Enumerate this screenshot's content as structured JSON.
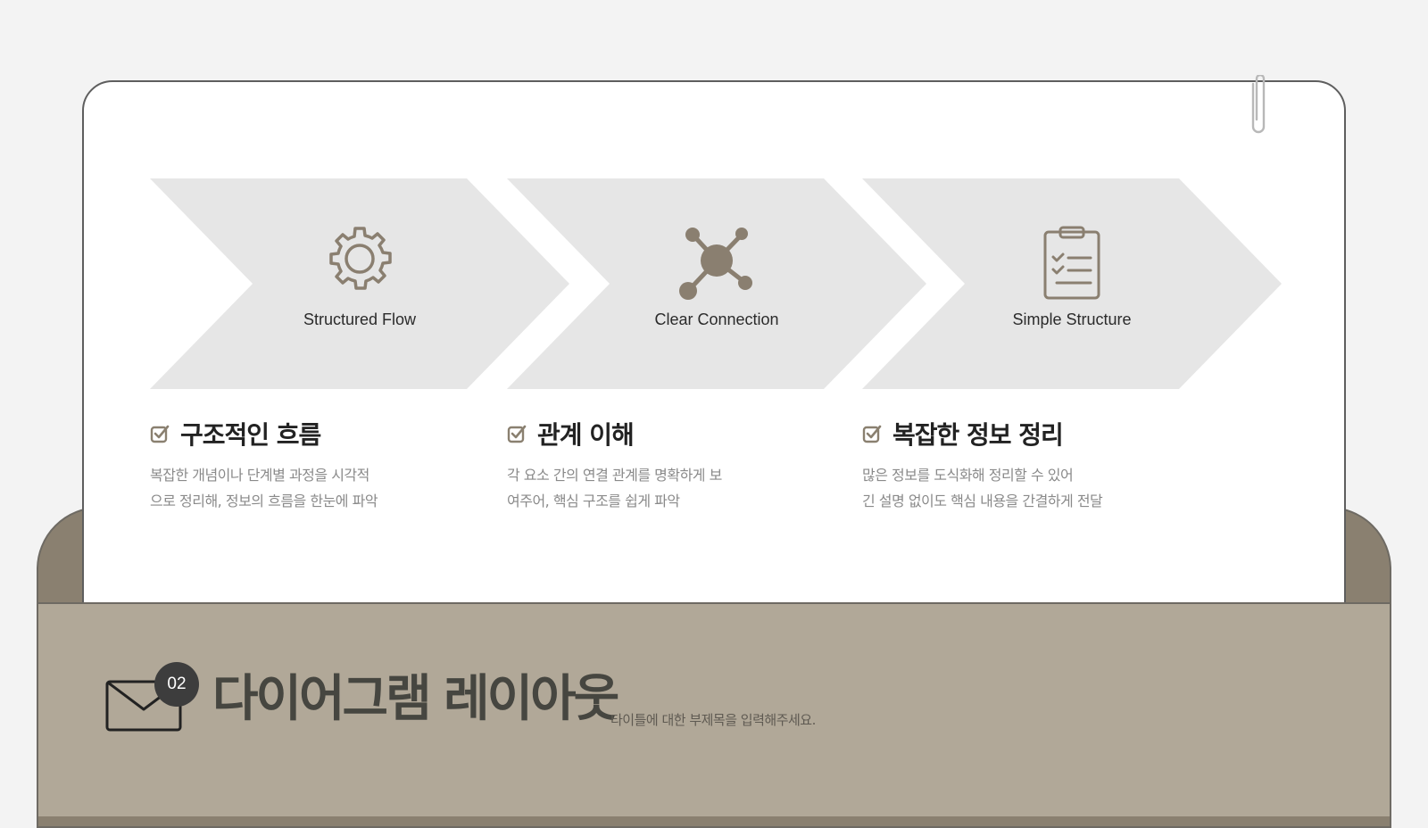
{
  "steps": [
    {
      "label": "Structured Flow",
      "icon": "gear-icon"
    },
    {
      "label": "Clear Connection",
      "icon": "network-icon"
    },
    {
      "label": "Simple Structure",
      "icon": "clipboard-checklist-icon"
    }
  ],
  "items": [
    {
      "title": "구조적인 흐름",
      "desc": "복잡한 개념이나 단계별 과정을 시각적\n으로 정리해, 정보의 흐름을 한눈에 파악"
    },
    {
      "title": "관계 이해",
      "desc": "각 요소 간의 연결 관계를 명확하게 보\n여주어, 핵심 구조를 쉽게 파악"
    },
    {
      "title": "복잡한 정보 정리",
      "desc": "많은 정보를 도식화해 정리할 수 있어\n긴 설명 없이도 핵심 내용을 간결하게 전달"
    }
  ],
  "footer": {
    "badge": "02",
    "title": "다이어그램 레이아웃",
    "subtitle": "타이틀에 대한 부제목을 입력해주세요."
  },
  "colors": {
    "accent": "#8a8070",
    "pocket": "#b1a898",
    "arrow_fill": "#e6e6e6",
    "check": "#8a8070"
  }
}
